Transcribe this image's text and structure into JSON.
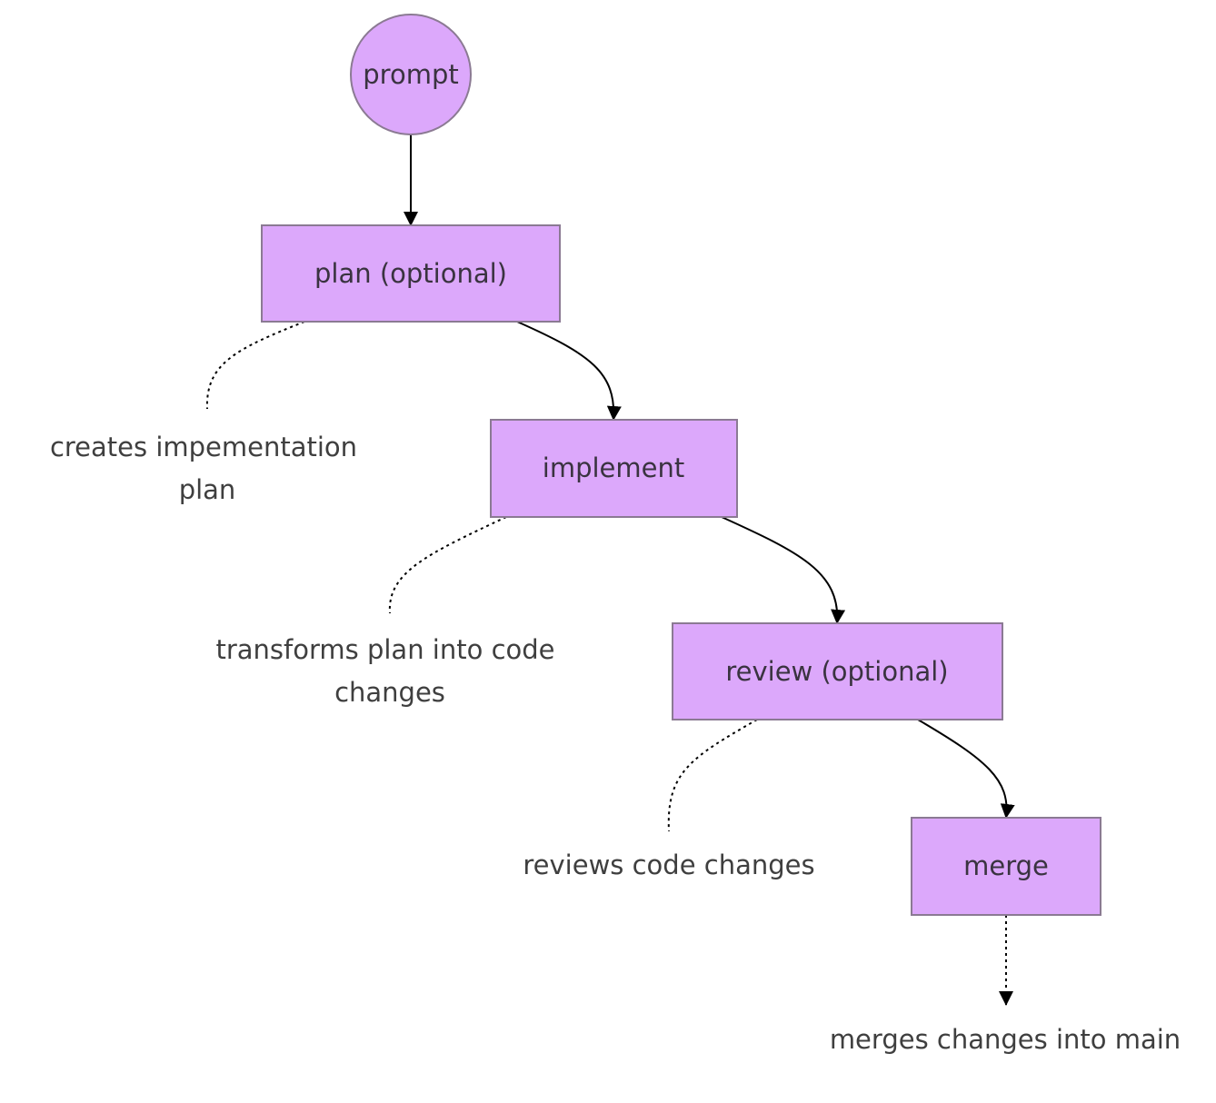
{
  "nodes": {
    "prompt": {
      "label": "prompt"
    },
    "plan": {
      "label": "plan (optional)"
    },
    "implement": {
      "label": "implement"
    },
    "review": {
      "label": "review (optional)"
    },
    "merge": {
      "label": "merge"
    }
  },
  "notes": {
    "plan": {
      "line1": "creates impementation",
      "line2": "plan"
    },
    "implement": {
      "line1": "transforms plan into code",
      "line2": "changes"
    },
    "review": {
      "line1": "reviews code changes"
    },
    "merge": {
      "line1": "merges changes into main"
    }
  },
  "colors": {
    "node_fill": "#dca8fb",
    "node_stroke": "#8b7a93",
    "edge": "#000000",
    "text": "#3a3340"
  }
}
